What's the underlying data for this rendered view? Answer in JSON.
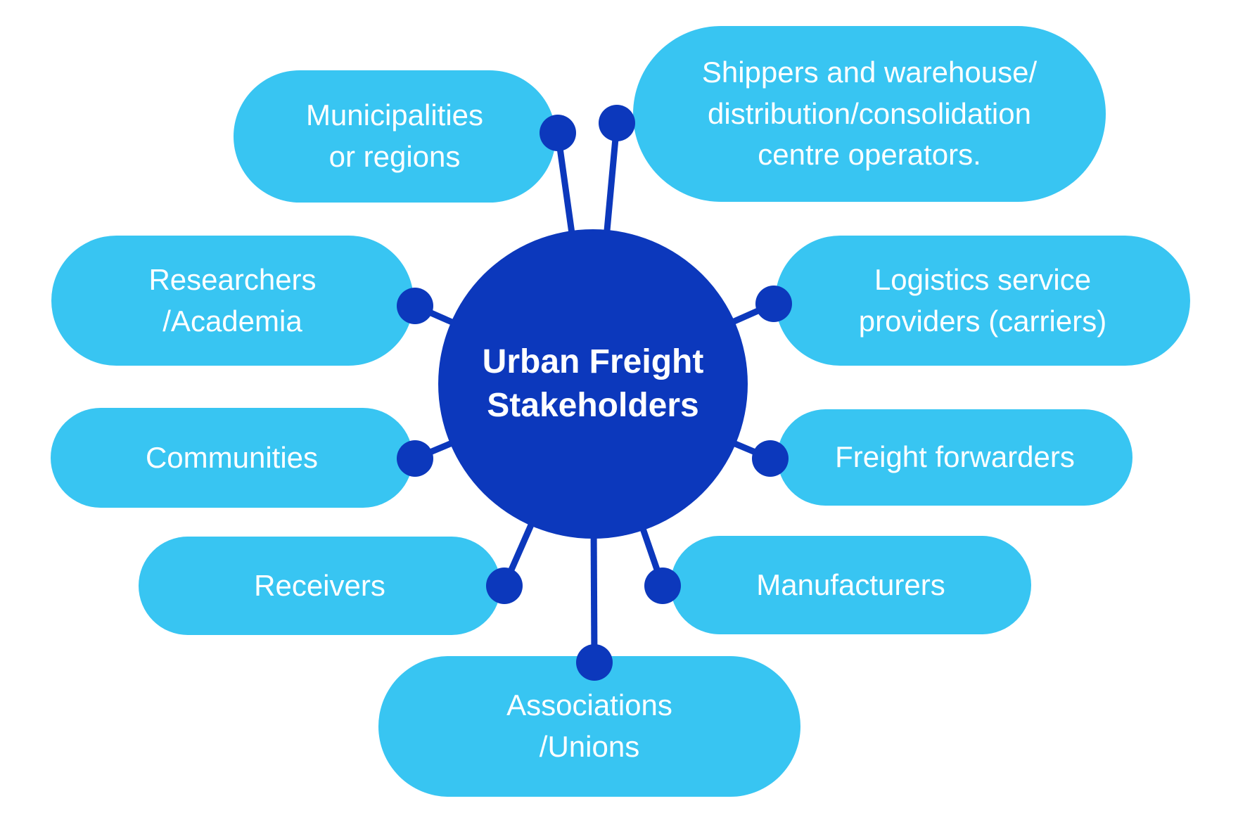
{
  "diagram": {
    "type": "hub-and-spoke",
    "hub": {
      "label": "Urban Freight\nStakeholders"
    },
    "nodes": [
      {
        "id": "municipalities",
        "label": "Municipalities\nor regions"
      },
      {
        "id": "shippers",
        "label": "Shippers and warehouse/\ndistribution/consolidation\ncentre operators."
      },
      {
        "id": "logistics",
        "label": "Logistics service\nproviders (carriers)"
      },
      {
        "id": "freight-forwarders",
        "label": "Freight forwarders"
      },
      {
        "id": "manufacturers",
        "label": "Manufacturers"
      },
      {
        "id": "associations",
        "label": "Associations\n/Unions"
      },
      {
        "id": "receivers",
        "label": "Receivers"
      },
      {
        "id": "communities",
        "label": "Communities"
      },
      {
        "id": "researchers",
        "label": "Researchers\n/Academia"
      }
    ],
    "colors": {
      "hub_fill": "#0c38bc",
      "node_fill": "#38c5f2",
      "connector": "#0c38bc",
      "text": "#ffffff",
      "background": "#ffffff"
    }
  }
}
